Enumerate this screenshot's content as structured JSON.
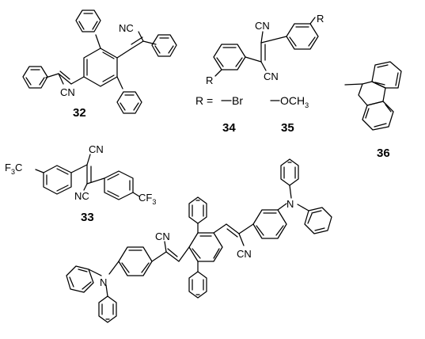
{
  "figure": {
    "compound_labels": {
      "c32": "32",
      "c33": "33",
      "c34": "34",
      "c35": "35",
      "c36": "36"
    },
    "atoms": {
      "cn": "CN",
      "nc": "NC",
      "r": "R",
      "n": "N",
      "f3c_main": "F",
      "f3c_sub": "3",
      "f3c_c": "C",
      "cf3_c": "CF",
      "cf3_sub": "3"
    },
    "r_definition": {
      "prefix": "R =",
      "br": "Br",
      "och": "OCH",
      "och_sub": "3"
    }
  }
}
